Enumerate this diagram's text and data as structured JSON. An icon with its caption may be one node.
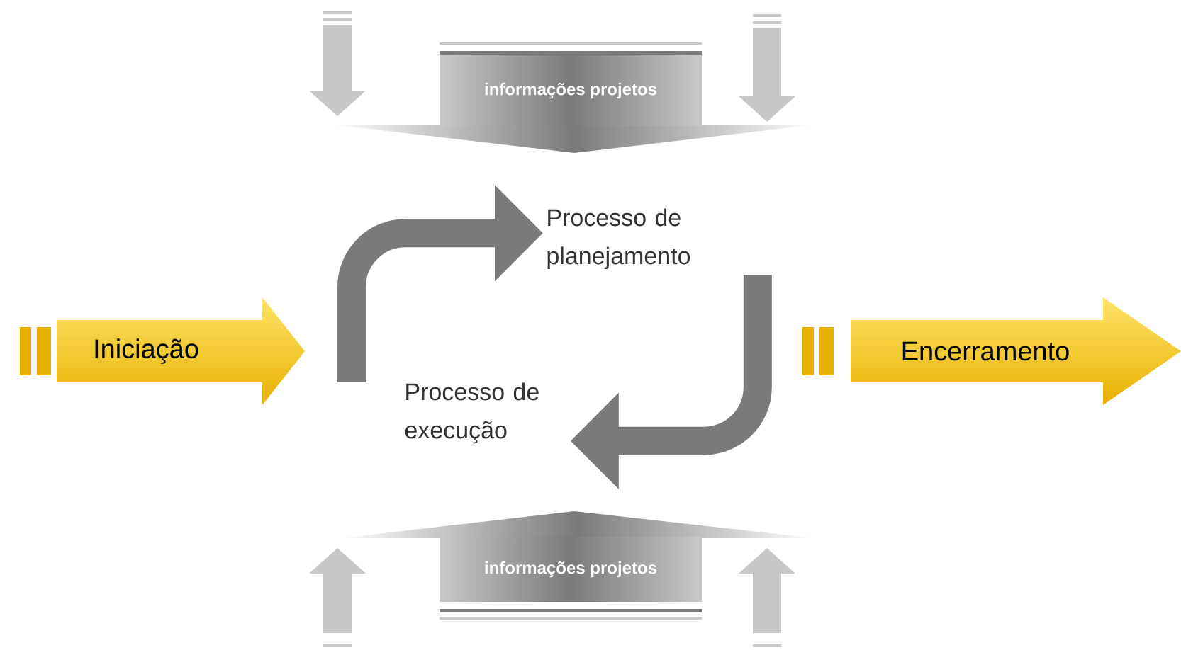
{
  "diagram": {
    "nodes": [
      {
        "text": [
          "Iniciação"
        ]
      },
      {
        "text": [
          "Encerramento"
        ]
      },
      {
        "text": [
          "informações projetos"
        ]
      },
      {
        "text": [
          "Processo de planejamento"
        ]
      },
      {
        "text": [
          "Processo de execução"
        ]
      },
      {
        "text": [
          "informações projetos"
        ]
      }
    ],
    "edges": [
      {
        "from": 4,
        "to": 3,
        "arrow": "to"
      },
      {
        "from": 3,
        "to": 4,
        "arrow": "to"
      }
    ]
  }
}
